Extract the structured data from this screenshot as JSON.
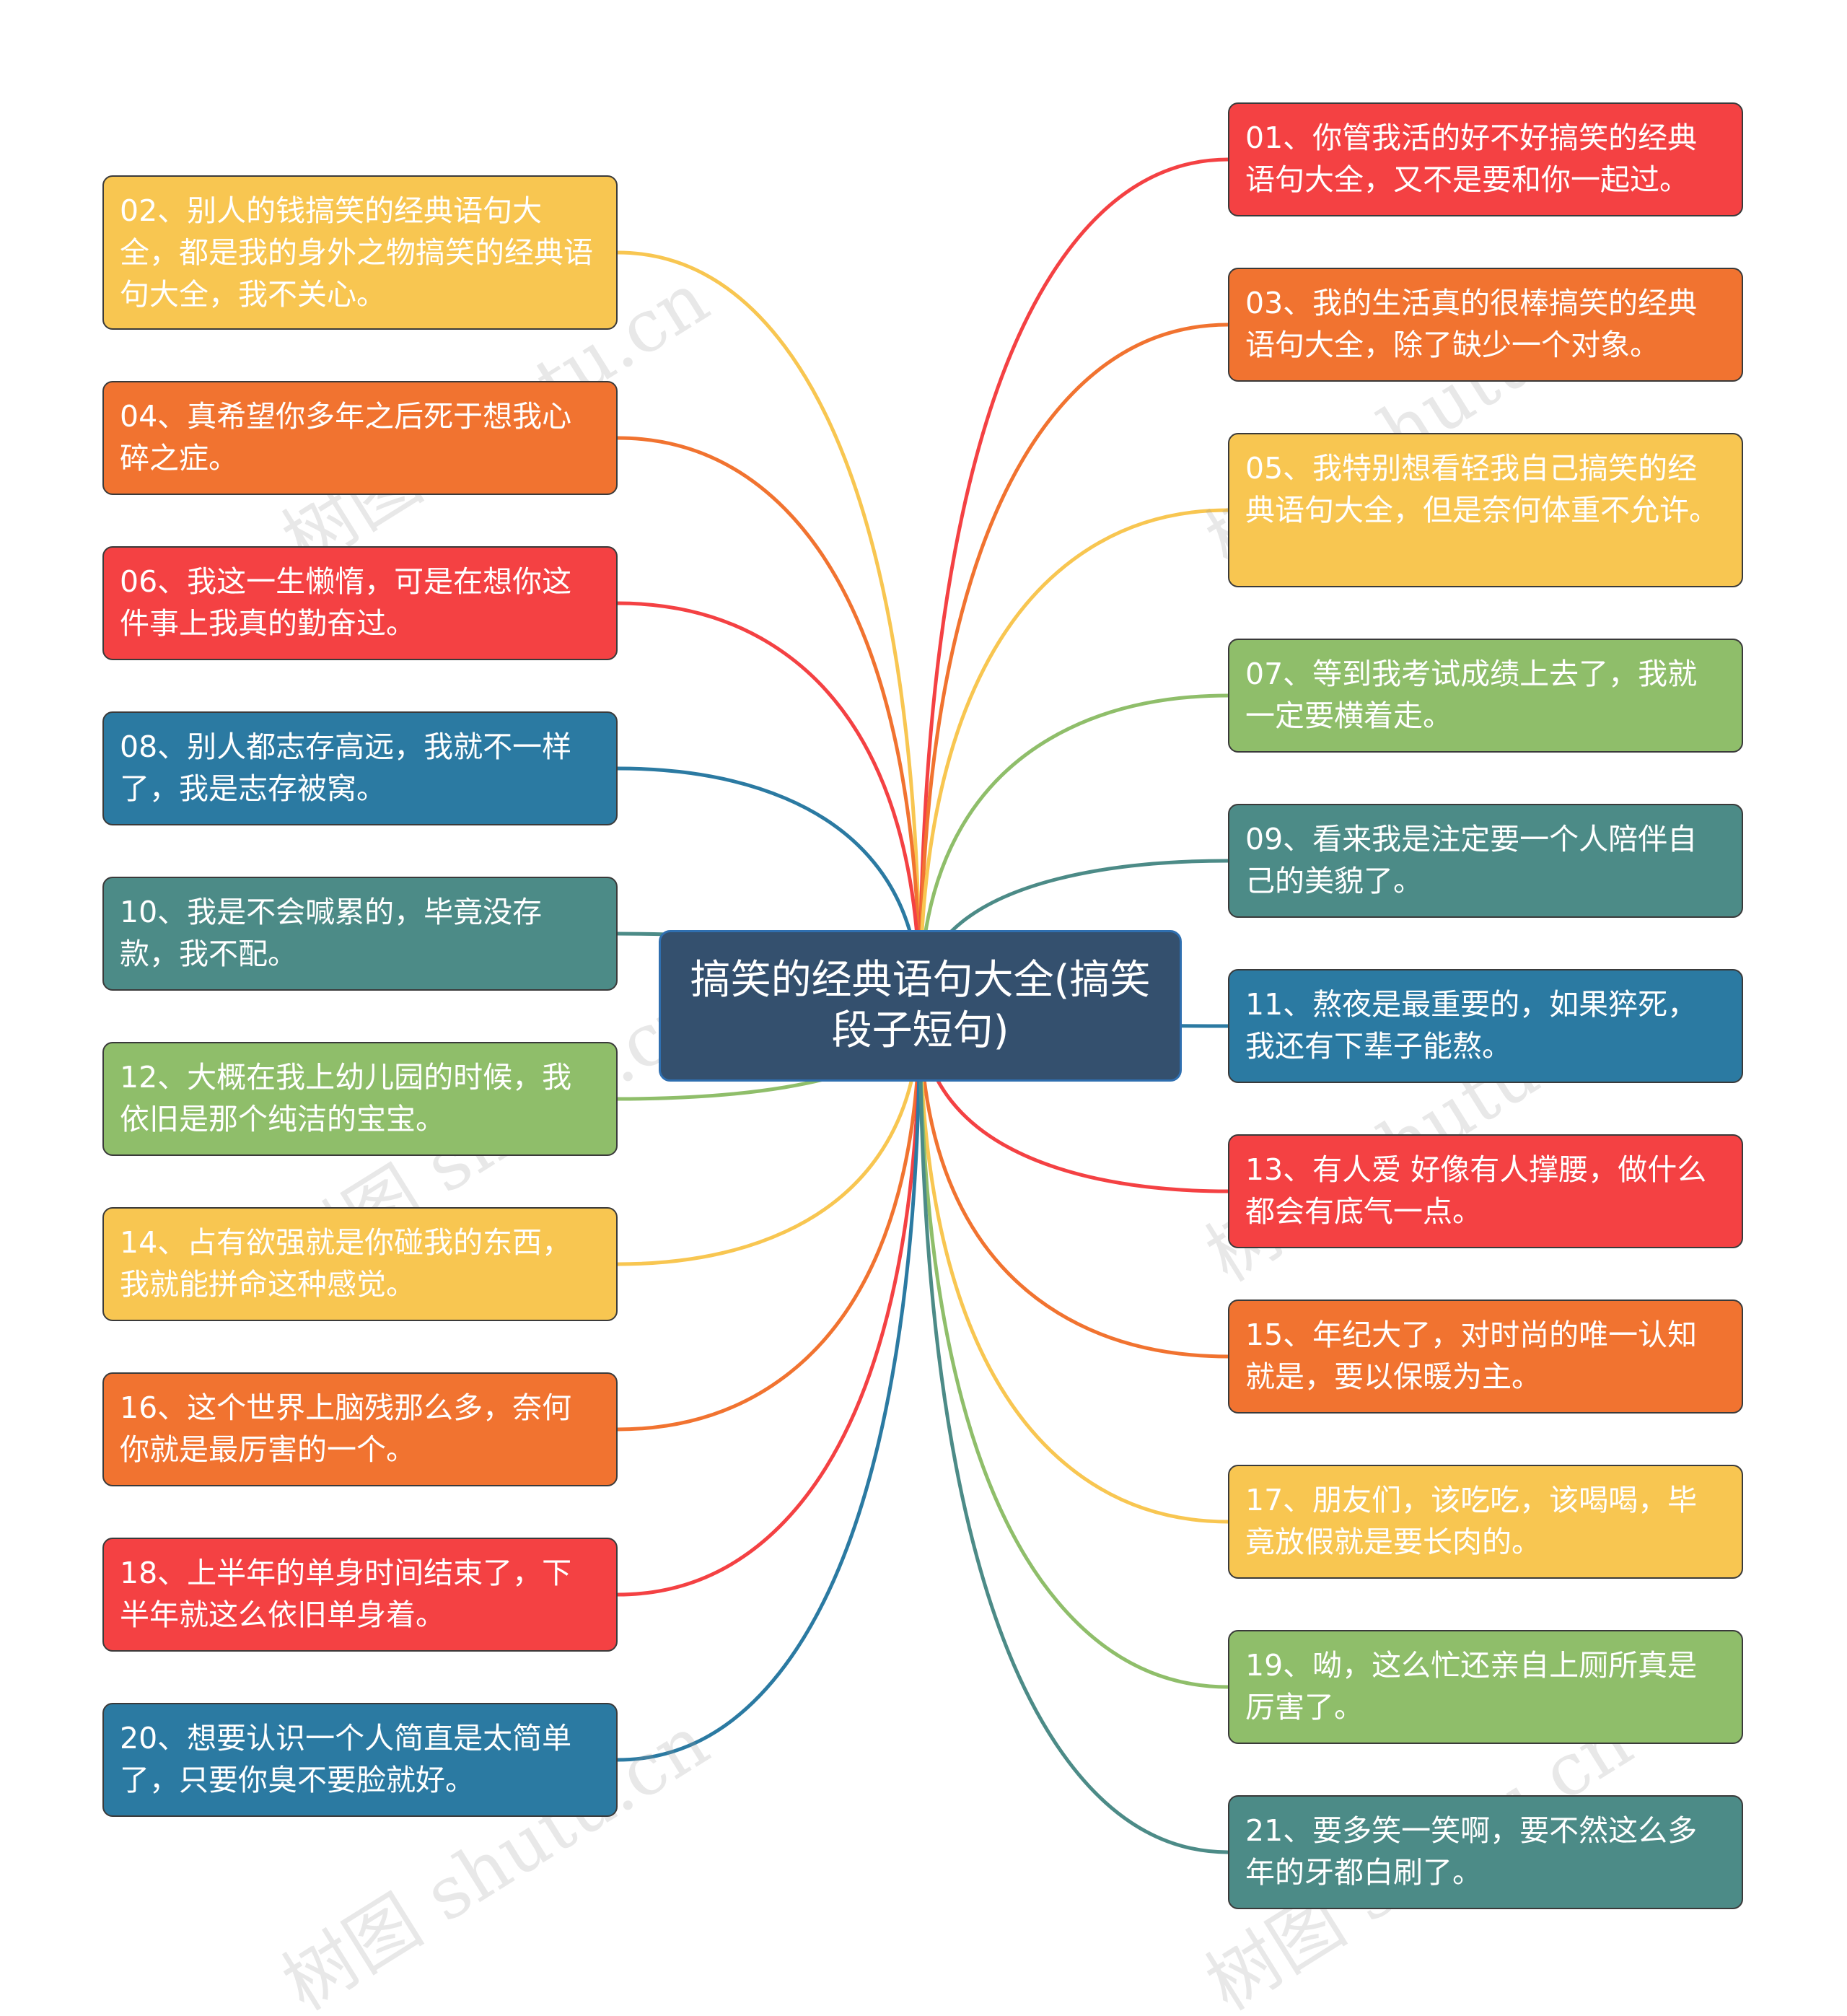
{
  "central_topic": "搞笑的经典语句大全(搞笑段子短句)",
  "watermark": "树图 shutu.cn",
  "colors": {
    "red": "#f44143",
    "orange": "#f17330",
    "yellow": "#f8c651",
    "green": "#8fbe6a",
    "teal": "#4c8b87",
    "blue": "#2b7aa2",
    "center": "#34506e"
  },
  "left_branches": [
    {
      "text": "02、别人的钱搞笑的经典语句大全，都是我的身外之物搞笑的经典语句大全，我不关心。",
      "color": "yellow"
    },
    {
      "text": "04、真希望你多年之后死于想我心碎之症。",
      "color": "orange"
    },
    {
      "text": "06、我这一生懒惰，可是在想你这件事上我真的勤奋过。",
      "color": "red"
    },
    {
      "text": "08、别人都志存高远，我就不一样了，我是志存被窝。",
      "color": "blue"
    },
    {
      "text": "10、我是不会喊累的，毕竟没存款，我不配。",
      "color": "teal"
    },
    {
      "text": "12、大概在我上幼儿园的时候，我依旧是那个纯洁的宝宝。",
      "color": "green"
    },
    {
      "text": "14、占有欲强就是你碰我的东西，我就能拼命这种感觉。",
      "color": "yellow"
    },
    {
      "text": "16、这个世界上脑残那么多，奈何你就是最厉害的一个。",
      "color": "orange"
    },
    {
      "text": "18、上半年的单身时间结束了，下半年就这么依旧单身着。",
      "color": "red"
    },
    {
      "text": "20、想要认识一个人简直是太简单了，只要你臭不要脸就好。",
      "color": "blue"
    }
  ],
  "right_branches": [
    {
      "text": "01、你管我活的好不好搞笑的经典语句大全，又不是要和你一起过。",
      "color": "red"
    },
    {
      "text": "03、我的生活真的很棒搞笑的经典语句大全，除了缺少一个对象。",
      "color": "orange"
    },
    {
      "text": "05、我特别想看轻我自己搞笑的经典语句大全，但是奈何体重不允许。",
      "color": "yellow"
    },
    {
      "text": "07、等到我考试成绩上去了，我就一定要横着走。",
      "color": "green"
    },
    {
      "text": "09、看来我是注定要一个人陪伴自己的美貌了。",
      "color": "teal"
    },
    {
      "text": "11、熬夜是最重要的，如果猝死，我还有下辈子能熬。",
      "color": "blue"
    },
    {
      "text": "13、有人爱 好像有人撑腰，做什么都会有底气一点。",
      "color": "red"
    },
    {
      "text": "15、年纪大了，对时尚的唯一认知就是，要以保暖为主。",
      "color": "orange"
    },
    {
      "text": "17、朋友们，该吃吃，该喝喝，毕竟放假就是要长肉的。",
      "color": "yellow"
    },
    {
      "text": "19、呦，这么忙还亲自上厕所真是厉害了。",
      "color": "green"
    },
    {
      "text": "21、要多笑一笑啊，要不然这么多年的牙都白刷了。",
      "color": "teal"
    }
  ]
}
